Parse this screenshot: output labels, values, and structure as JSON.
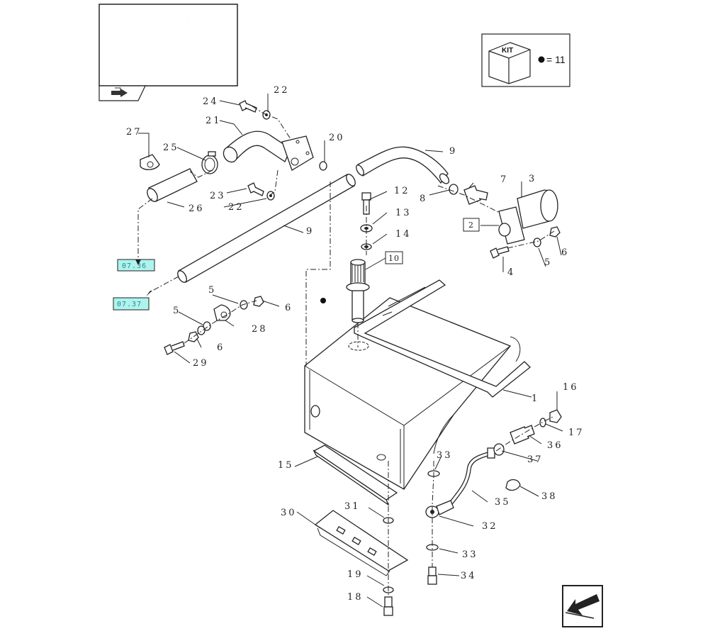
{
  "kit_box": {
    "label": "KIT",
    "equals_text": "= 11"
  },
  "references": {
    "ref_a": "07.36",
    "ref_b": "07.37"
  },
  "boxed_callouts": {
    "b2": "2",
    "b10": "10"
  },
  "callouts": {
    "c1": "1",
    "c3": "3",
    "c4": "4",
    "c5a": "5",
    "c5b": "5",
    "c5c": "5",
    "c6a": "6",
    "c6b": "6",
    "c6c": "6",
    "c7": "7",
    "c8": "8",
    "c9a": "9",
    "c9b": "9",
    "c12": "12",
    "c13": "13",
    "c14": "14",
    "c15": "15",
    "c16": "16",
    "c17": "17",
    "c18": "18",
    "c19": "19",
    "c20": "20",
    "c21": "21",
    "c22a": "22",
    "c22b": "22",
    "c23": "23",
    "c24": "24",
    "c25": "25",
    "c26": "26",
    "c27": "27",
    "c28": "28",
    "c29": "29",
    "c30": "30",
    "c31": "31",
    "c32": "32",
    "c33a": "33",
    "c33b": "33",
    "c34": "34",
    "c35": "35",
    "c36": "36",
    "c37": "37",
    "c38": "38"
  }
}
